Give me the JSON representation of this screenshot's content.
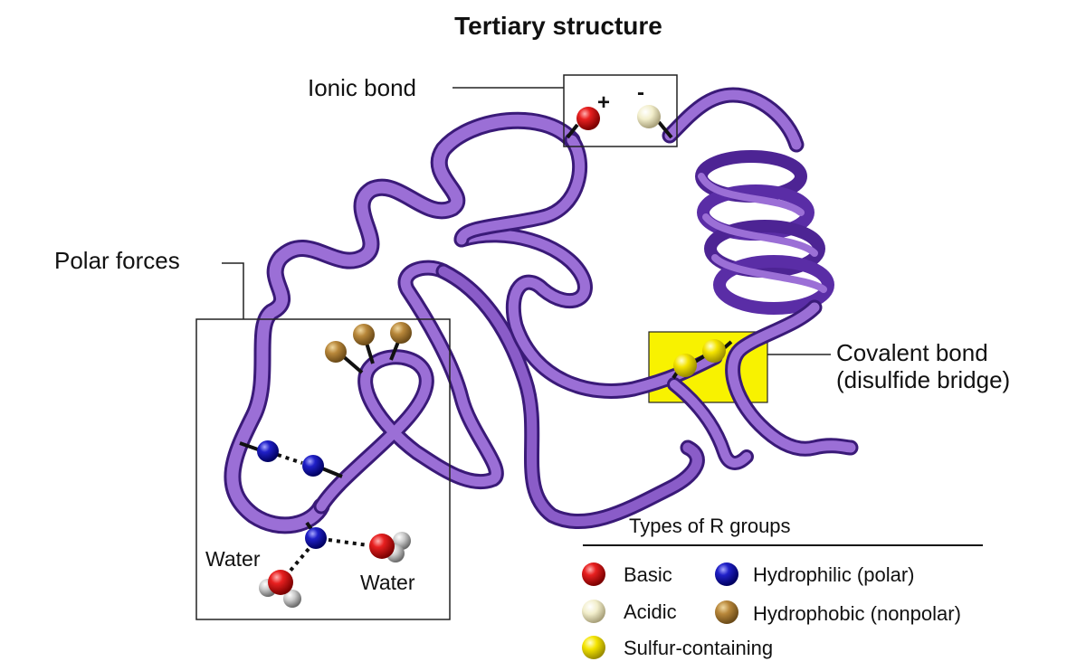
{
  "title": "Tertiary structure",
  "labels": {
    "ionic_bond": "Ionic bond",
    "polar_forces": "Polar forces",
    "covalent_bond_line1": "Covalent bond",
    "covalent_bond_line2": "(disulfide bridge)",
    "water_left": "Water",
    "water_right": "Water",
    "plus_sign": "+",
    "minus_sign": "-"
  },
  "legend": {
    "title": "Types of R groups",
    "items": [
      {
        "label": "Basic",
        "color": "#d81818"
      },
      {
        "label": "Hydrophilic (polar)",
        "color": "#1c1cb0"
      },
      {
        "label": "Acidic",
        "color": "#f2eecb"
      },
      {
        "label": "Hydrophobic (nonpolar)",
        "color": "#b8873a"
      },
      {
        "label": "Sulfur-containing",
        "color": "#f0e000"
      }
    ]
  },
  "colors": {
    "ribbon_dark": "#4d2494",
    "ribbon_light": "#9b6fd6",
    "highlight_box": "#f8f200",
    "basic": "#d81818",
    "acidic": "#f2eecb",
    "hydrophilic": "#1c1cb0",
    "hydrophobic": "#b8873a",
    "sulfur": "#f0e000",
    "hydrogen": "#c8c8c8"
  }
}
